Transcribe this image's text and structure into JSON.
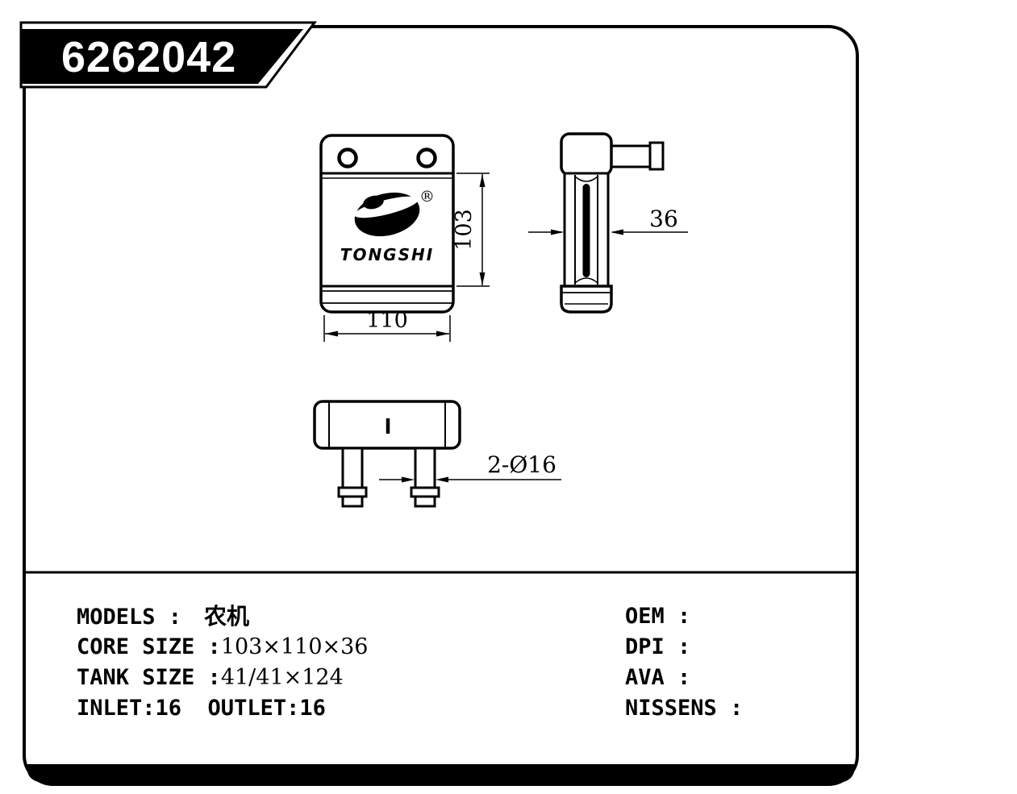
{
  "banner": {
    "part_number": "6262042"
  },
  "brand": {
    "name": "TONGSHI",
    "registered": "®"
  },
  "drawing": {
    "dim_core_height": "103",
    "dim_core_width": "110",
    "dim_depth": "36",
    "dim_pipes": "2-Ø16"
  },
  "specs": {
    "models_label": "MODELS :",
    "models_value": "农机",
    "core_size_label": "CORE SIZE :",
    "core_size_value": "103×110×36",
    "tank_size_label": "TANK SIZE :",
    "tank_size_value": "41/41×124",
    "inlet_outlet": "INLET:16  OUTLET:16",
    "oem_label": "OEM :",
    "dpi_label": "DPI :",
    "ava_label": "AVA :",
    "nissens_label": "NISSENS :"
  }
}
